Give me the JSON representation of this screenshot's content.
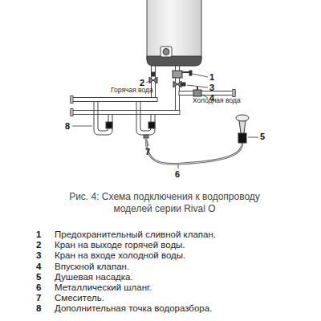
{
  "diagram": {
    "caption": "Рис. 4: Схема подключения к водопроводу моделей серии Rival O",
    "labels": [
      "1",
      "2",
      "3",
      "4",
      "5",
      "6",
      "7",
      "8",
      "Горячая вода",
      "Холодная вода",
      "1",
      "Предохранительный сливной клапан.",
      "2",
      "Кран на выходе горячей воды.",
      "3",
      "Кран на входе холодной воды.",
      "4",
      "Впускной клапан.",
      "5",
      "Душевая насадка.",
      "6",
      "Металлический шланг.",
      "7",
      "Смеситель.",
      "8",
      "Дополнительная точка водоразбора."
    ]
  }
}
